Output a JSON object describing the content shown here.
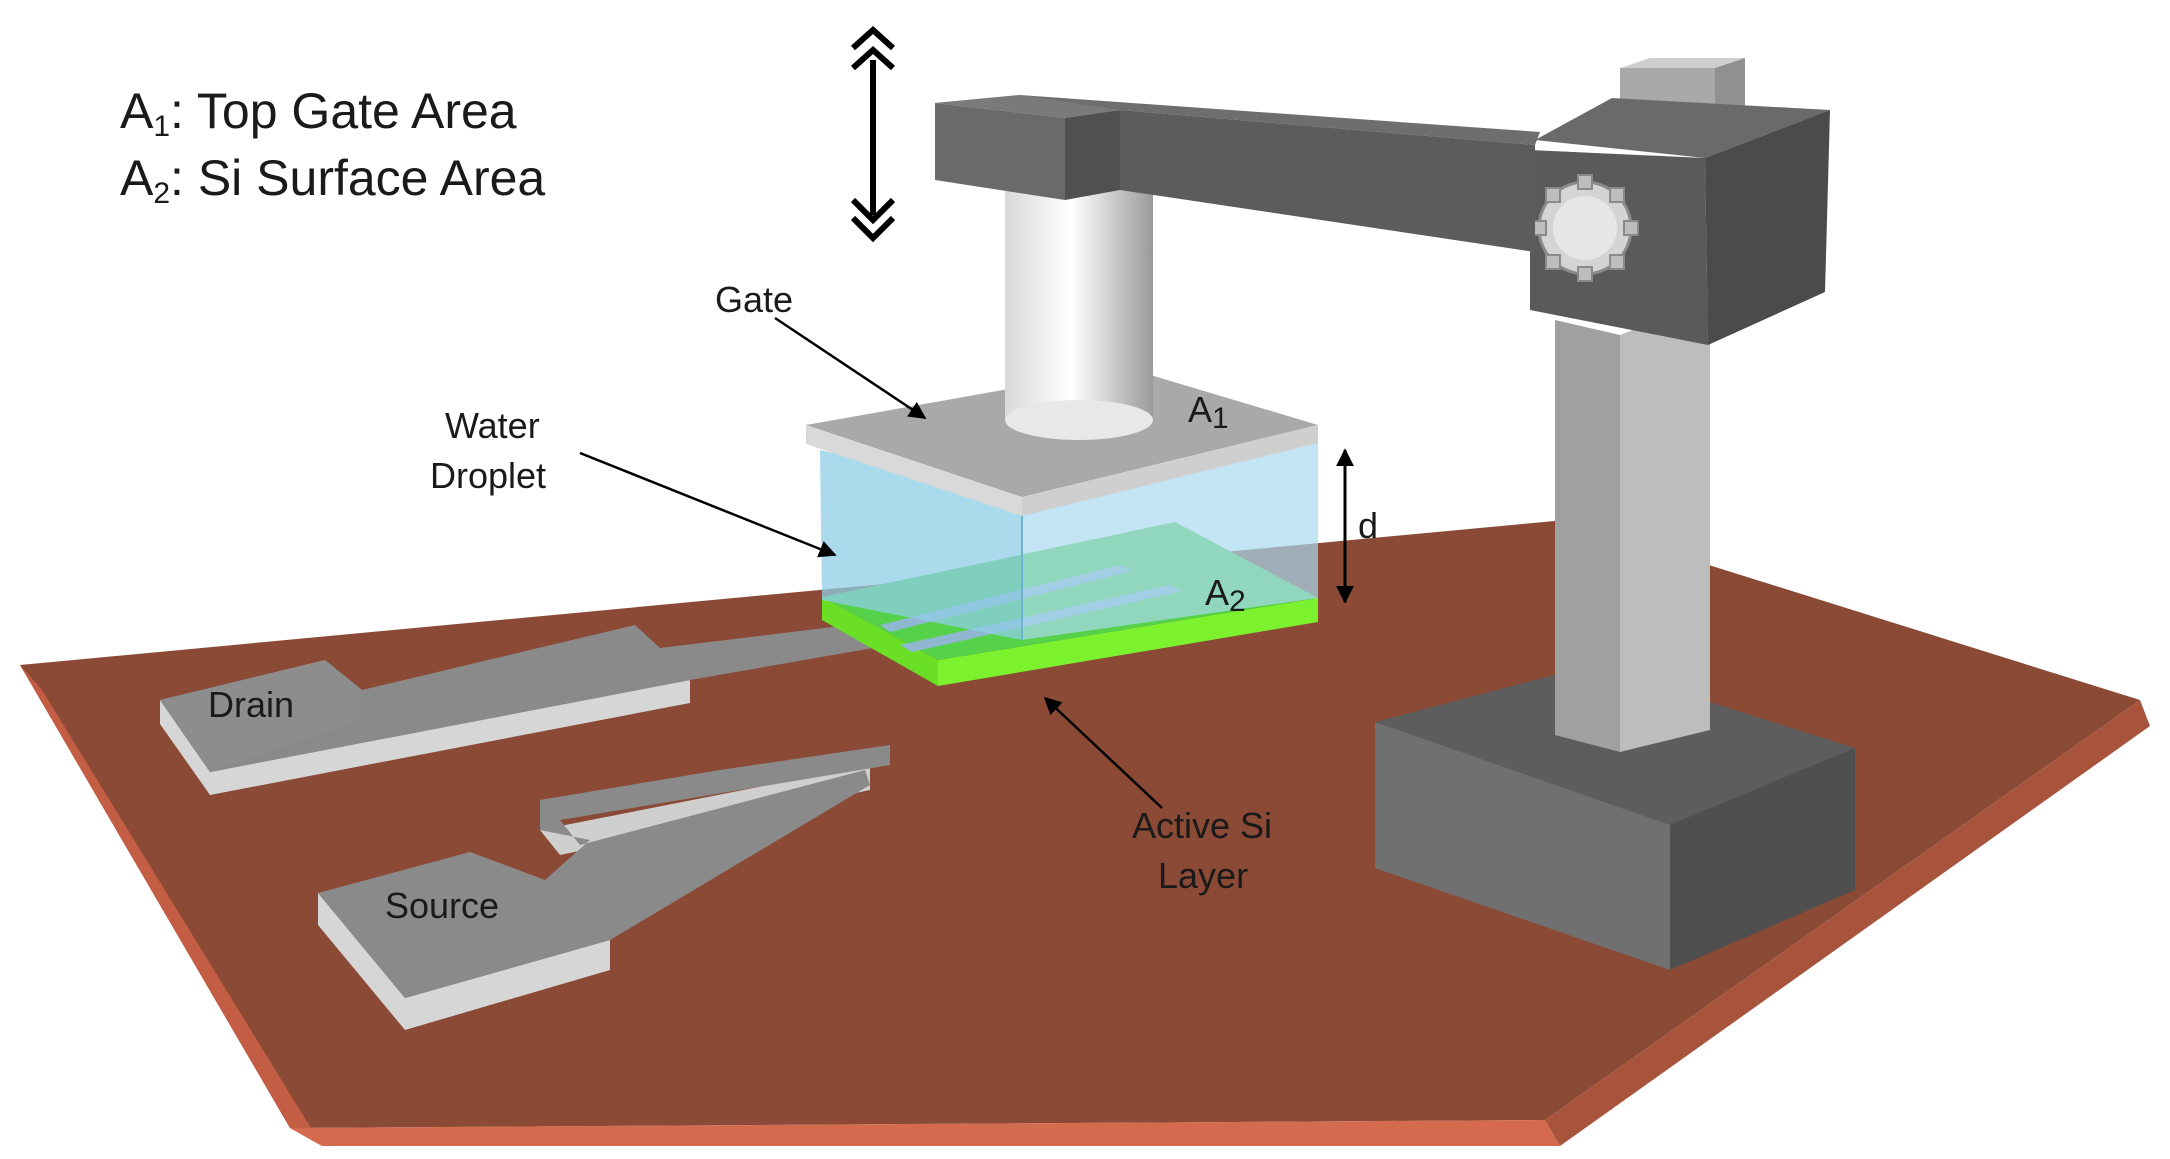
{
  "legend": {
    "a1_symbol": "A",
    "a1_sub": "1",
    "a1_text": ": Top Gate Area",
    "a2_symbol": "A",
    "a2_sub": "2",
    "a2_text": ": Si Surface Area"
  },
  "labels": {
    "gate": "Gate",
    "water_line1": "Water",
    "water_line2": "Droplet",
    "a1_symbol": "A",
    "a1_sub": "1",
    "a2_symbol": "A",
    "a2_sub": "2",
    "d": "d",
    "drain": "Drain",
    "source": "Source",
    "active_line1": "Active Si",
    "active_line2": "Layer"
  },
  "colors": {
    "board_top": "#8b4a36",
    "board_front": "#d0664a",
    "board_side": "#a8543c",
    "metal_top": "#8c8c8c",
    "metal_side": "#d6d6d6",
    "stand_dark": "#5d5d5d",
    "stand_mid": "#767676",
    "stand_light": "#9a9a9a",
    "water": "#9fd4ec",
    "si_top": "#55d24a",
    "si_side": "#7cf22e",
    "gate_top": "#a9a9a9",
    "gate_side": "#d9d9d9"
  }
}
